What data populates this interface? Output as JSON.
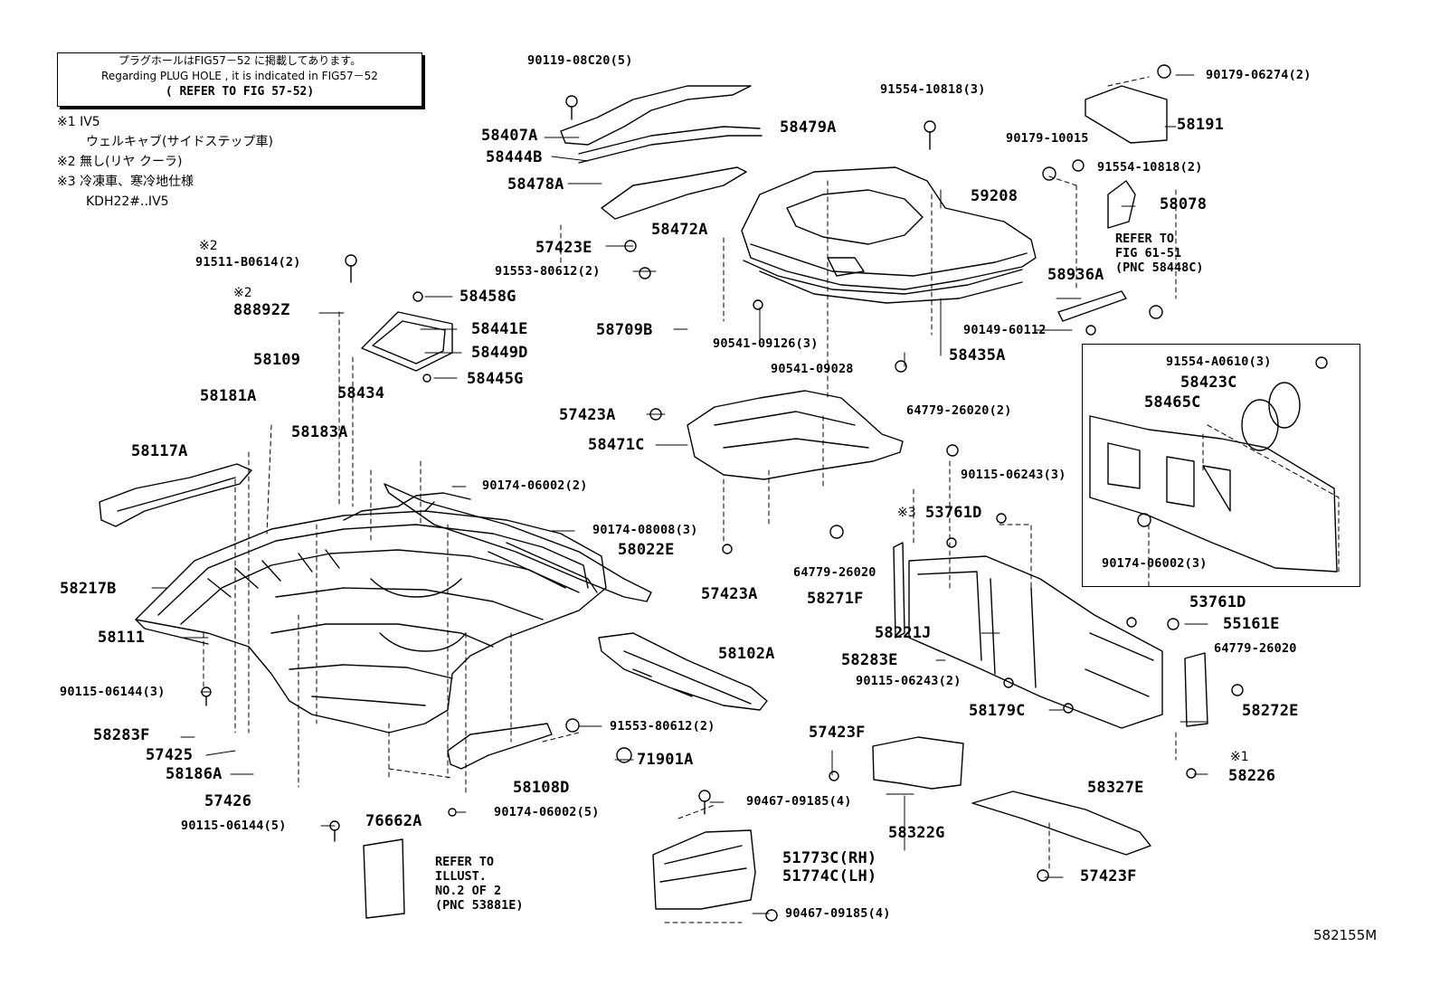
{
  "note": {
    "line_jp": "プラグホールはFIG57－52 に掲載してあります。",
    "line_en": "Regarding PLUG HOLE , it is indicated in FIG57－52",
    "refer": "( REFER TO FIG 57-52)"
  },
  "footnotes": {
    "f1": "※1 IV5",
    "f1b": "ウェルキャブ(サイドステップ車)",
    "f2": "※2 無し(リヤ クーラ)",
    "f3": "※3 冷凍車、寒冷地仕様",
    "f3b": "KDH22#..IV5"
  },
  "marks": {
    "m1": "※1",
    "m2": "※2",
    "m3": "※3"
  },
  "refer_blocks": {
    "fig61": "REFER TO\nFIG 61-51\n(PNC 58448C)",
    "illust": "REFER TO\nILLUST.\nNO.2 OF 2\n(PNC 53881E)"
  },
  "figure_id": "582155M",
  "parts": {
    "p01": "90119-08C20(5)",
    "p02": "58407A",
    "p03": "58479A",
    "p04": "58444B",
    "p05": "58478A",
    "p06": "58472A",
    "p07": "57423E",
    "p08": "91553-80612(2)",
    "p09": "58709B",
    "p10": "91554-10818(3)",
    "p11": "59208",
    "p12": "90541-09126(3)",
    "p13": "90541-09028",
    "p14": "58435A",
    "p15": "90179-06274(2)",
    "p16": "58191",
    "p17": "90179-10015",
    "p18": "91554-10818(2)",
    "p19": "58078",
    "p20": "58936A",
    "p21": "90149-60112",
    "p22": "91511-B0614(2)",
    "p23": "88892Z",
    "p24": "58458G",
    "p25": "58441E",
    "p26": "58449D",
    "p27": "58445G",
    "p28": "58109",
    "p29": "58181A",
    "p30": "58434",
    "p31": "58183A",
    "p32": "58117A",
    "p33": "57423A",
    "p34": "58471C",
    "p35": "64779-26020(2)",
    "p36": "91554-A0610(3)",
    "p37": "58423C",
    "p38": "58465C",
    "p39": "90115-06243(3)",
    "p40": "90174-06002(2)",
    "p41": "90174-08008(3)",
    "p42": "58022E",
    "p43": "57423A",
    "p44": "53761D",
    "p45": "64779-26020",
    "p46": "58271F",
    "p47": "90174-06002(3)",
    "p48": "58217B",
    "p49": "58111",
    "p50": "58102A",
    "p51": "58221J",
    "p52": "58283E",
    "p53": "90115-06243(2)",
    "p54": "53761D",
    "p55": "55161E",
    "p56": "64779-26020",
    "p57": "58272E",
    "p58": "58179C",
    "p59": "90115-06144(3)",
    "p60": "91553-80612(2)",
    "p61": "58283F",
    "p62": "57425",
    "p63": "71901A",
    "p64": "58186A",
    "p65": "58108D",
    "p66": "57423F",
    "p67": "58226",
    "p68": "57426",
    "p69": "90174-06002(5)",
    "p70": "90467-09185(4)",
    "p71": "58327E",
    "p72": "90115-06144(5)",
    "p73": "76662A",
    "p74": "58322G",
    "p75": "51773C(RH)",
    "p76": "51774C(LH)",
    "p77": "57423F",
    "p78": "90467-09185(4)"
  }
}
